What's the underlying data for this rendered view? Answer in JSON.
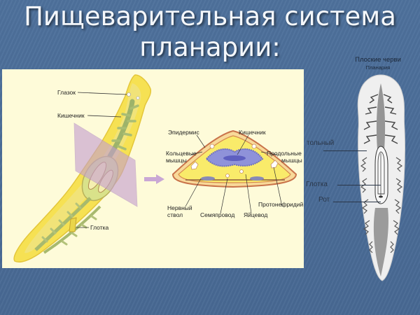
{
  "slide": {
    "title_line1": "Пищеварительная система",
    "title_line2": "планарии:",
    "background_color": "#4a6e99"
  },
  "left_diagram": {
    "panel_color": "#fefbd9",
    "body_labels": {
      "eye": "Глазок",
      "intestine": "Кишечник",
      "pharynx": "Глотка"
    },
    "cross_section_labels": {
      "epidermis": "Эпидермис",
      "intestine": "Кишечник",
      "circular_muscles_1": "Кольцевые",
      "circular_muscles_2": "мышцы",
      "longitudinal_muscles_1": "Продольные",
      "longitudinal_muscles_2": "мышцы",
      "nerve_cord_1": "Нервный",
      "nerve_cord_2": "ствол",
      "sperm_duct": "Семяпровод",
      "oviduct": "Яйцевод",
      "protonephridium": "Протонефридий"
    }
  },
  "right_diagram": {
    "heading": "Плоские черви",
    "subheading": "Планария",
    "labels": {
      "partial_label": "тольный",
      "pharynx": "Глотка",
      "mouth": "Рот"
    }
  }
}
